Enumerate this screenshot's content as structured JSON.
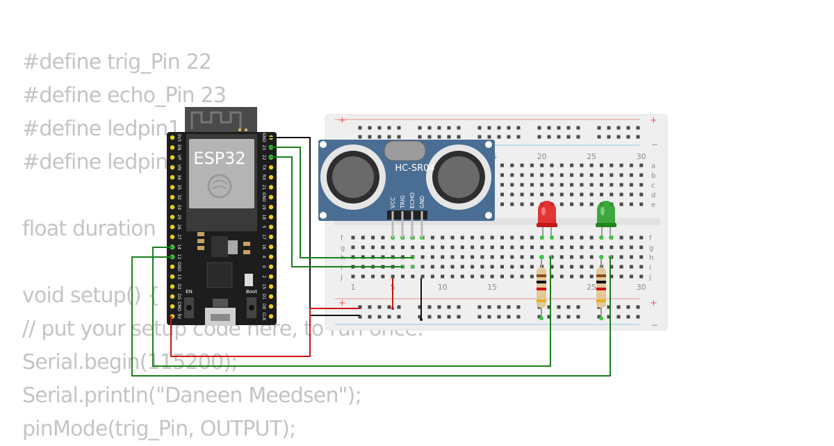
{
  "code_lines": [
    "#define trig_Pin 22",
    "#define echo_Pin 23",
    "#define ledpin1",
    "#define ledpin",
    "",
    "float duration",
    "",
    "void setup() {",
    "// put your setup code here, to run once:",
    "Serial.begin(115200);",
    "Serial.println(\"Daneen Meedsen\");",
    "pinMode(trig_Pin, OUTPUT);"
  ],
  "esp32": {
    "label": "ESP32",
    "en_label": "EN",
    "boot_label": "Boot",
    "left_pins": [
      "3V3",
      "EN",
      "VP",
      "VN",
      "34",
      "35",
      "32",
      "33",
      "25",
      "26",
      "27",
      "14",
      "12",
      "GND",
      "13",
      "D2",
      "D3",
      "CMD",
      "5V"
    ],
    "right_pins": [
      "GND",
      "23",
      "22",
      "TX",
      "RX",
      "21",
      "GND",
      "19",
      "18",
      "5",
      "17",
      "16",
      "4",
      "0",
      "2",
      "15",
      "D1",
      "D0",
      "CLK"
    ]
  },
  "sensor": {
    "label": "HC-SR04",
    "pins": [
      "VCC",
      "TRIG",
      "ECHO",
      "GND"
    ]
  },
  "breadboard": {
    "column_numbers": [
      "1",
      "5",
      "10",
      "15",
      "20",
      "25",
      "30"
    ],
    "row_letters_top": [
      "a",
      "b",
      "c",
      "d",
      "e"
    ],
    "row_letters_bottom": [
      "f",
      "g",
      "h",
      "i",
      "j"
    ],
    "plus": "+",
    "minus": "−"
  },
  "colors": {
    "wire_black": "#111111",
    "wire_green": "#1a7f1a",
    "wire_red": "#d01010",
    "sensor_blue": "#4a6e93",
    "led_red": "#e02020",
    "led_green": "#2aa02a",
    "board_black": "#1d1d1d",
    "breadboard": "#efefef"
  }
}
